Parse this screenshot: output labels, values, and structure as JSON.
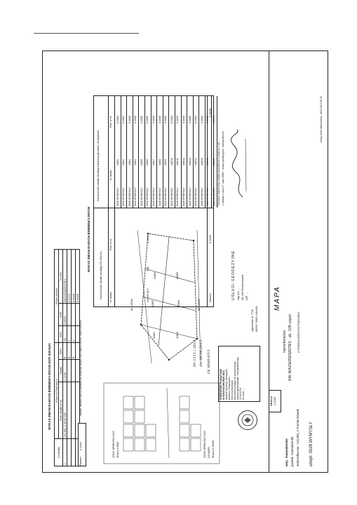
{
  "footer": {
    "wojewodztwo": "woj.: mazowieckie",
    "powiat": "powiat: nowodworski",
    "jednostka": "Jednostka ew.: 141405_2  Pomiechówek",
    "obreb": "obręb: 0028 WYMYSŁY"
  },
  "skala": {
    "label": "SKALA",
    "value": "1:1000"
  },
  "title": {
    "main": "MAPA",
    "sub1": "nieruchomości",
    "sub2": "KW WA1N/00032078/1 - dz. 108 część",
    "sub3": "Z PRZEDŁOŻONYM POKOJEM"
  },
  "company": {
    "name": "USŁUGI GEODEZYJNE",
    "line2": "mgr inż. ...",
    "line3": "05-180 Pomiechówek",
    "nip": "NIP: ...",
    "kerg_label": "KERG: 5500-4464/09",
    "zgloszenie": "zgłoszenie nr 7706"
  },
  "cert": {
    "line1": "Niniejsze dokumenty zostały sprawdzone w oparciu o art. ...",
    "line2": "z ustawy z dnia 17 maja 1989 r. prawo geodezyjne i kartograficzne ..."
  },
  "wypis": {
    "title": "WYKAZ ZMIAN DANYCH EWIDENCYJNYCH DOT. DZIAŁKI",
    "stan_istn": "STAN ISTNIEJĄCY",
    "stan_nowy": "STAN NOWY",
    "headers": [
      "Id działki",
      "Pole działki w ha",
      "Użytki",
      "OFU",
      "OZU",
      "OZK",
      "Nr KW"
    ],
    "rows": [
      [
        "1",
        "141405_2.0028.108",
        "5.1100",
        "R",
        "IVa",
        "0.0600",
        "WA1N/00032078/1"
      ],
      [
        "",
        "",
        "",
        "R",
        "V",
        "",
        "0.2976"
      ],
      [
        "",
        "",
        "",
        "R",
        "V",
        "",
        "0.3000"
      ],
      [
        "",
        "",
        "",
        "",
        "",
        "",
        "0.3000"
      ]
    ],
    "razem_label": "Razem",
    "razem_value": "5.1100",
    "footnote": "Wykaz: działka 108/26 powstała po podziale działki 108 mapy w KERG 5500-4464/09"
  },
  "wykaz_podzial": {
    "title": "WYKAZ ZMIAN DANYCH EWIDENCYJNYCH",
    "col1": "Oznaczenie działki według KW WA1N/...",
    "col2": "Oznaczenie działki według ewidencji gruntów i budynków",
    "sub_headers": [
      "Nr działki",
      "Pow. w ha",
      "Nr działki",
      "Pow. w ha"
    ],
    "left_row": [
      "WYMYSŁY",
      "108",
      "5.1100"
    ],
    "right_rows": [
      [
        "0028 WYMYSŁY",
        "108/1",
        "0.3000"
      ],
      [
        "0028 WYMYSŁY",
        "108/2",
        "0.3000"
      ],
      [
        "0028 WYMYSŁY",
        "108/3",
        "0.3000"
      ],
      [
        "0028 WYMYSŁY",
        "108/4",
        "0.3000"
      ],
      [
        "0028 WYMYSŁY",
        "108/5",
        "0.3000"
      ],
      [
        "0028 WYMYSŁY",
        "108/6",
        "0.3000"
      ],
      [
        "0028 WYMYSŁY",
        "108/7",
        "0.3000"
      ],
      [
        "0028 WYMYSŁY",
        "108/8",
        "0.3000"
      ],
      [
        "0028 WYMYSŁY",
        "108/9",
        "0.3000"
      ],
      [
        "0028 WYMYSŁY",
        "108/10",
        "0.3000"
      ],
      [
        "0028 WYMYSŁY",
        "108/11",
        "0.3000"
      ],
      [
        "0028 WYMYSŁY",
        "108/12",
        "0.3000"
      ],
      [
        "0028 WYMYSŁY",
        "108/13",
        "0.3000"
      ],
      [
        "0028 WYMYSŁY",
        "108/14",
        "0.3000"
      ],
      [
        "0028 WYMYSŁY",
        "108/15",
        "0.3000"
      ],
      [
        "0028 WYMYSŁY",
        "108/16",
        "0.3000"
      ],
      [
        "0028 WYMYSŁY",
        "108/17",
        "0.2976"
      ]
    ],
    "razem_label": "Razem",
    "razem_left": "5.1100",
    "razem_right": "5.1100"
  },
  "szkic": {
    "label1": "SZKIC ORIENTACYJNY",
    "label2": "SKALA 1:5000",
    "label3": "SZKIC ORIENTACYJNY",
    "label4": "DO MAPY",
    "label5": "SKALA 1:10000"
  },
  "map": {
    "parcels": [
      "108/1",
      "108/2",
      "108/3",
      "108/4",
      "108/5",
      "108/6"
    ],
    "road": "dz. 10008",
    "road2": "dz. 10003"
  },
  "stamp_block": {
    "l1": "STAROSTWO POWIATOWE",
    "l2": "W NOWYM DWORZE MAZ.",
    "l3": "Wydział Geodezji, Kartografii,",
    "l4": "Katastru i Gospodarki",
    "l5": "Nieruchomościami",
    "l6": "Dokument przyjęto do państwowego",
    "l7": "zasobu geodezyjnego i kartograficznego",
    "date": "09.06.2009",
    "sig": "Nr ewid.: ..."
  },
  "handwriting": {
    "h1": "Nr 1111 / 2013",
    "h2": "dn. 06.06.2013",
    "h3": "GL 6646-6/13"
  },
  "corner": {
    "l1": "Nowy Dwór Mazowiecki, dnia 2013.06.25"
  }
}
